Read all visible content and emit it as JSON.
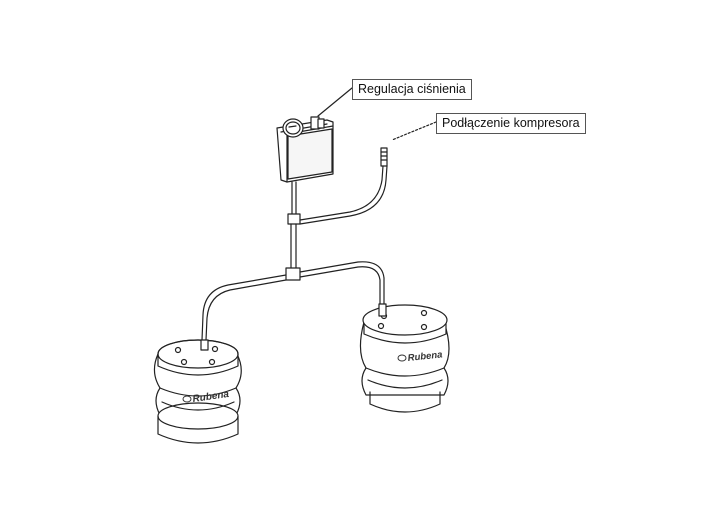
{
  "labels": {
    "pressure_regulation": "Regulacja ciśnienia",
    "compressor_connection": "Podłączenie kompresora"
  },
  "brand": "Rubena"
}
